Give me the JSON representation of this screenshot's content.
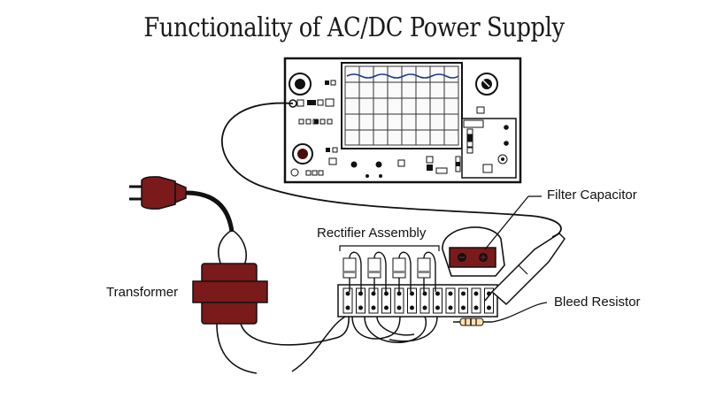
{
  "title": "Functionality of AC/DC Power Supply",
  "labels": {
    "filter_capacitor": "Filter Capacitor",
    "rectifier_assembly": "Rectifier Assembly",
    "transformer": "Transformer",
    "bleed_resistor": "Bleed Resistor"
  },
  "colors": {
    "component": "#7a1a1a",
    "component_dark": "#4a0c0c",
    "line": "#111111",
    "screen_grid": "#222222",
    "waveform": "#1f3a8a"
  },
  "icons": [
    "plug-icon",
    "oscilloscope-icon",
    "transformer-icon",
    "rectifier-diodes",
    "capacitor-icon",
    "probe-icon"
  ]
}
